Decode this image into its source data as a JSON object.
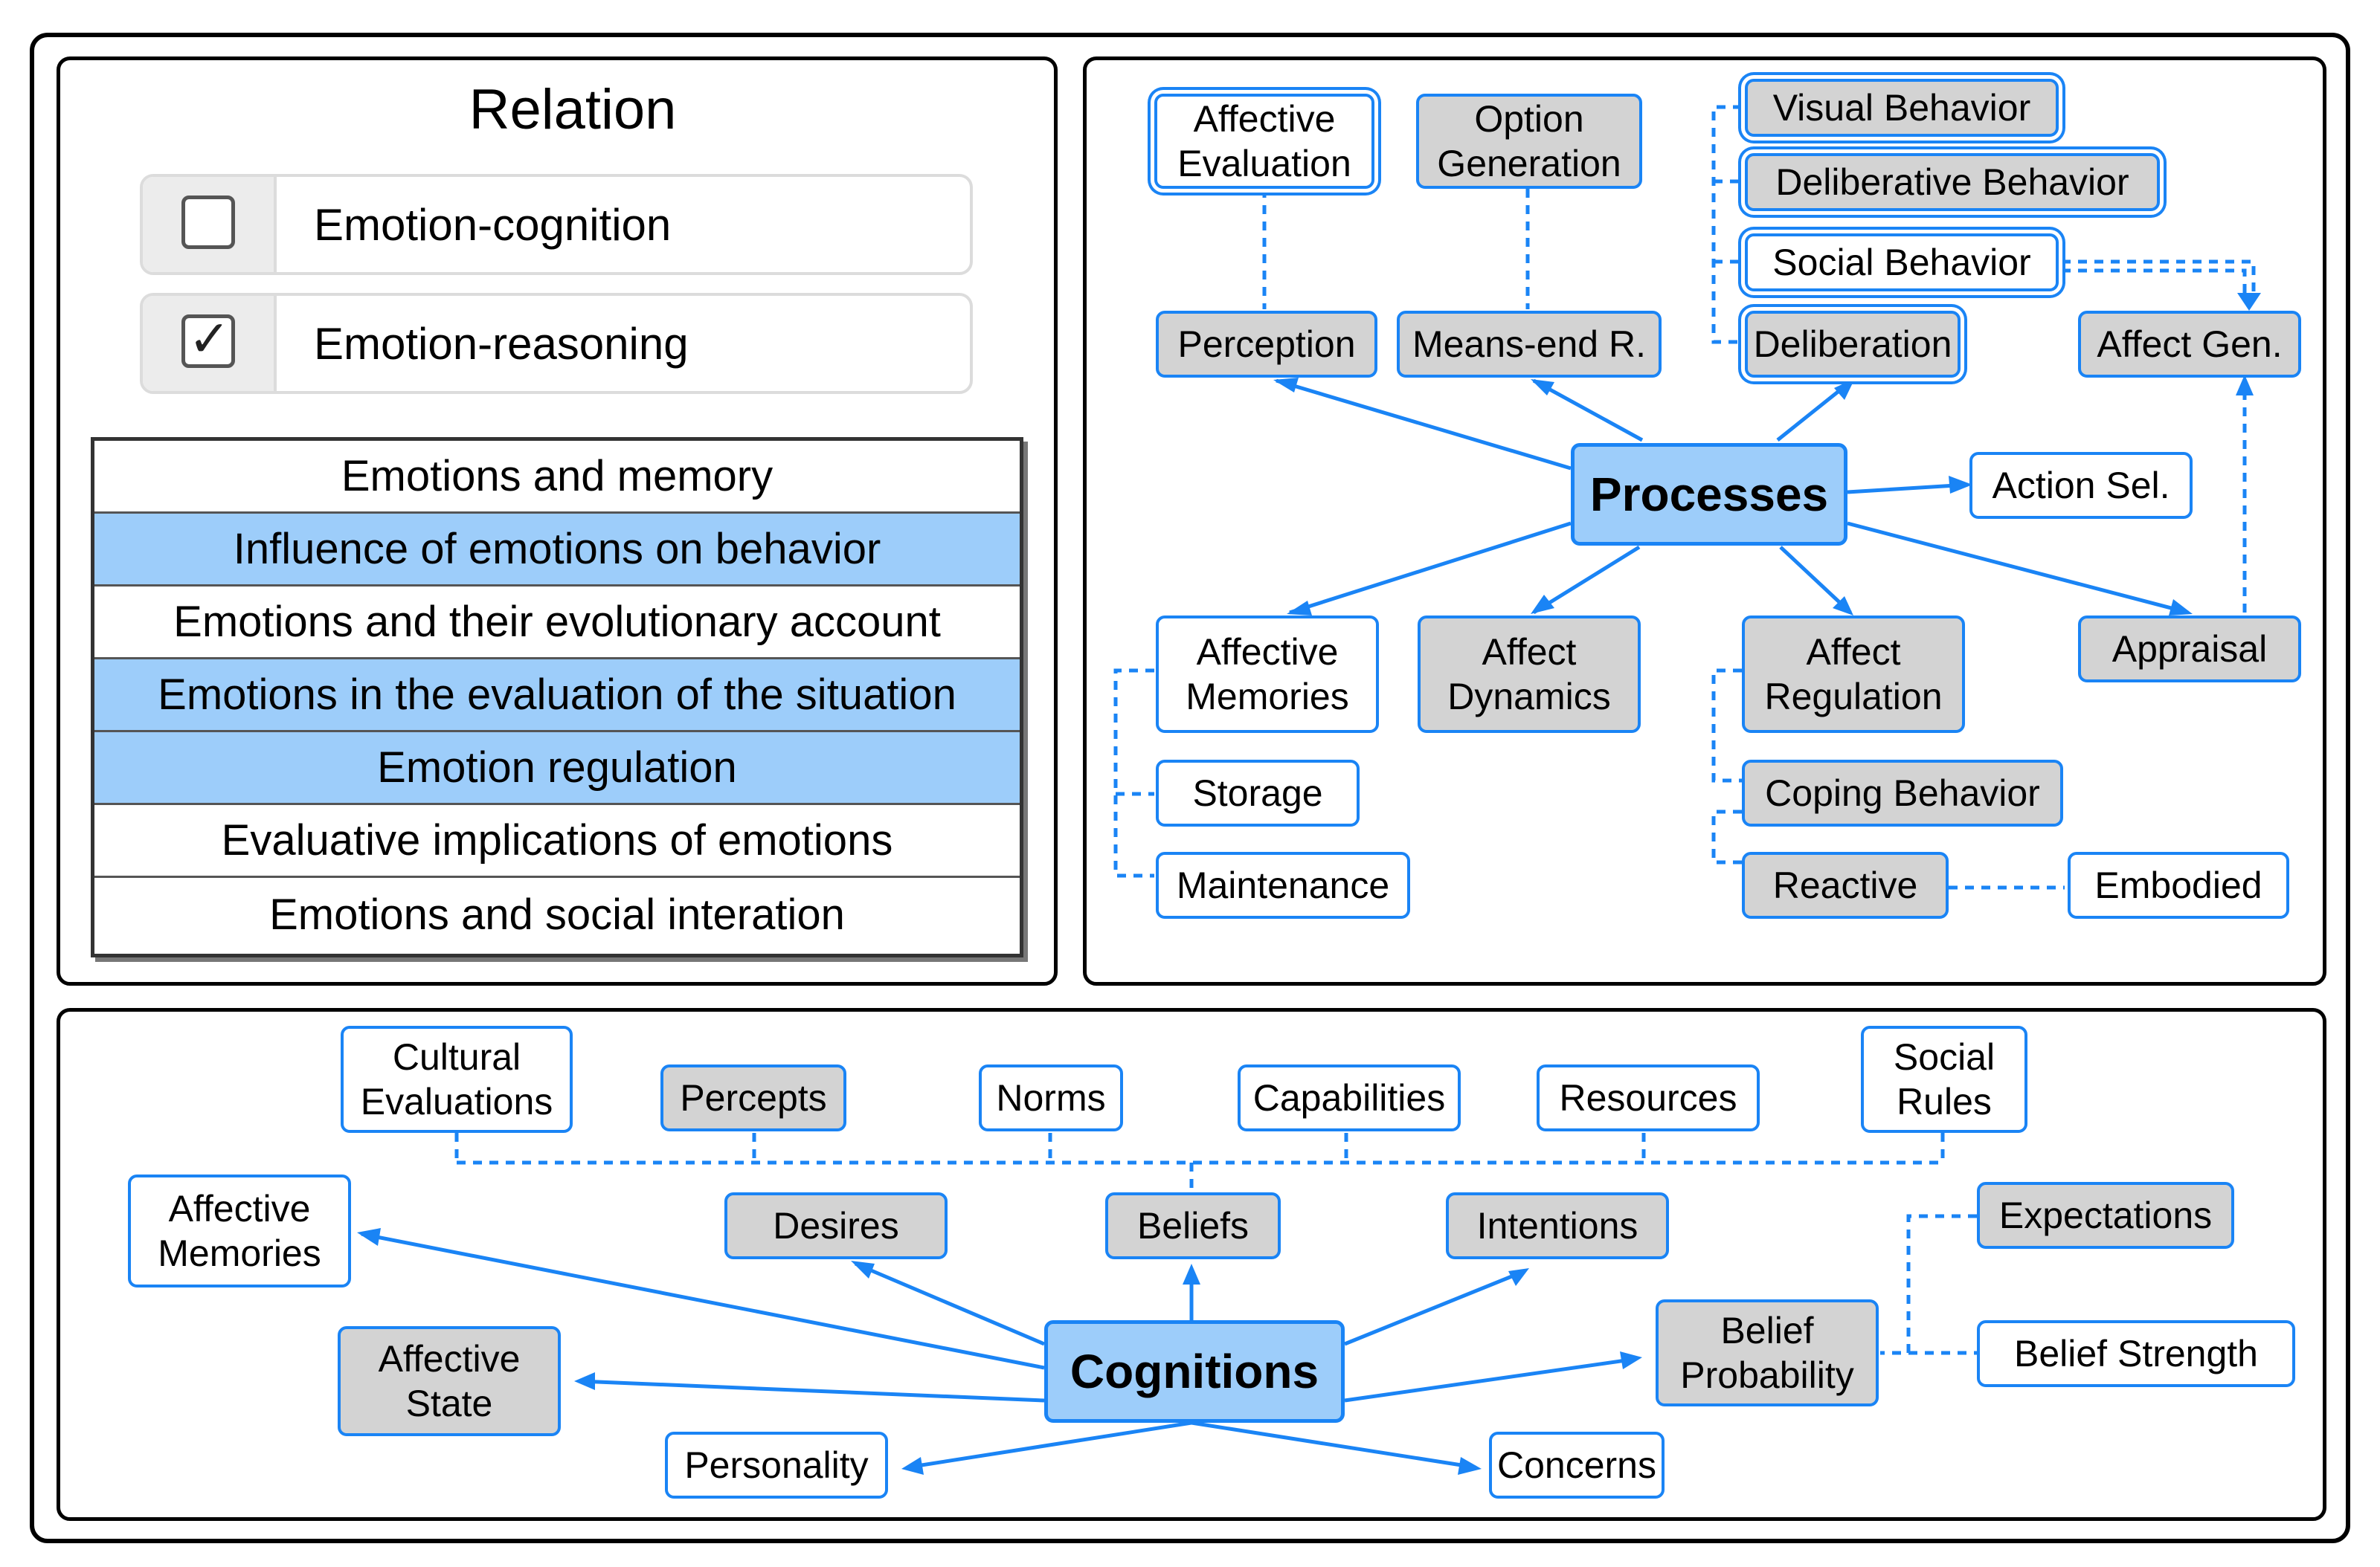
{
  "relation": {
    "title": "Relation",
    "options": [
      {
        "label": "Emotion-cognition",
        "checked": false
      },
      {
        "label": "Emotion-reasoning",
        "checked": true
      }
    ],
    "topics": [
      {
        "label": "Emotions and memory",
        "highlighted": false
      },
      {
        "label": "Influence of emotions on behavior",
        "highlighted": true
      },
      {
        "label": "Emotions and their evolutionary account",
        "highlighted": false
      },
      {
        "label": "Emotions in the evaluation of the situation",
        "highlighted": true
      },
      {
        "label": "Emotion regulation",
        "highlighted": true
      },
      {
        "label": "Evaluative implications of emotions",
        "highlighted": false
      },
      {
        "label": "Emotions and social interation",
        "highlighted": false
      }
    ]
  },
  "processes": {
    "hub": "Processes",
    "nodes": {
      "affective_evaluation": "Affective\nEvaluation",
      "option_generation": "Option\nGeneration",
      "visual_behavior": "Visual Behavior",
      "deliberative_behavior": "Deliberative Behavior",
      "social_behavior": "Social Behavior",
      "perception": "Perception",
      "means_end": "Means-end R.",
      "deliberation": "Deliberation",
      "affect_gen": "Affect Gen.",
      "action_sel": "Action Sel.",
      "affective_memories": "Affective\nMemories",
      "affect_dynamics": "Affect\nDynamics",
      "affect_regulation": "Affect\nRegulation",
      "appraisal": "Appraisal",
      "storage": "Storage",
      "maintenance": "Maintenance",
      "coping_behavior": "Coping Behavior",
      "reactive": "Reactive",
      "embodied": "Embodied"
    }
  },
  "cognitions": {
    "hub": "Cognitions",
    "nodes": {
      "cultural_evaluations": "Cultural\nEvaluations",
      "percepts": "Percepts",
      "norms": "Norms",
      "capabilities": "Capabilities",
      "resources": "Resources",
      "social_rules": "Social\nRules",
      "affective_memories": "Affective\nMemories",
      "desires": "Desires",
      "beliefs": "Beliefs",
      "intentions": "Intentions",
      "expectations": "Expectations",
      "affective_state": "Affective\nState",
      "belief_probability": "Belief\nProbability",
      "belief_strength": "Belief Strength",
      "personality": "Personality",
      "concerns": "Concerns"
    }
  },
  "colors": {
    "accent": "#1a84f5",
    "highlight": "#9dcdfa",
    "grey_node": "#d3d3d3",
    "border": "#000000"
  }
}
